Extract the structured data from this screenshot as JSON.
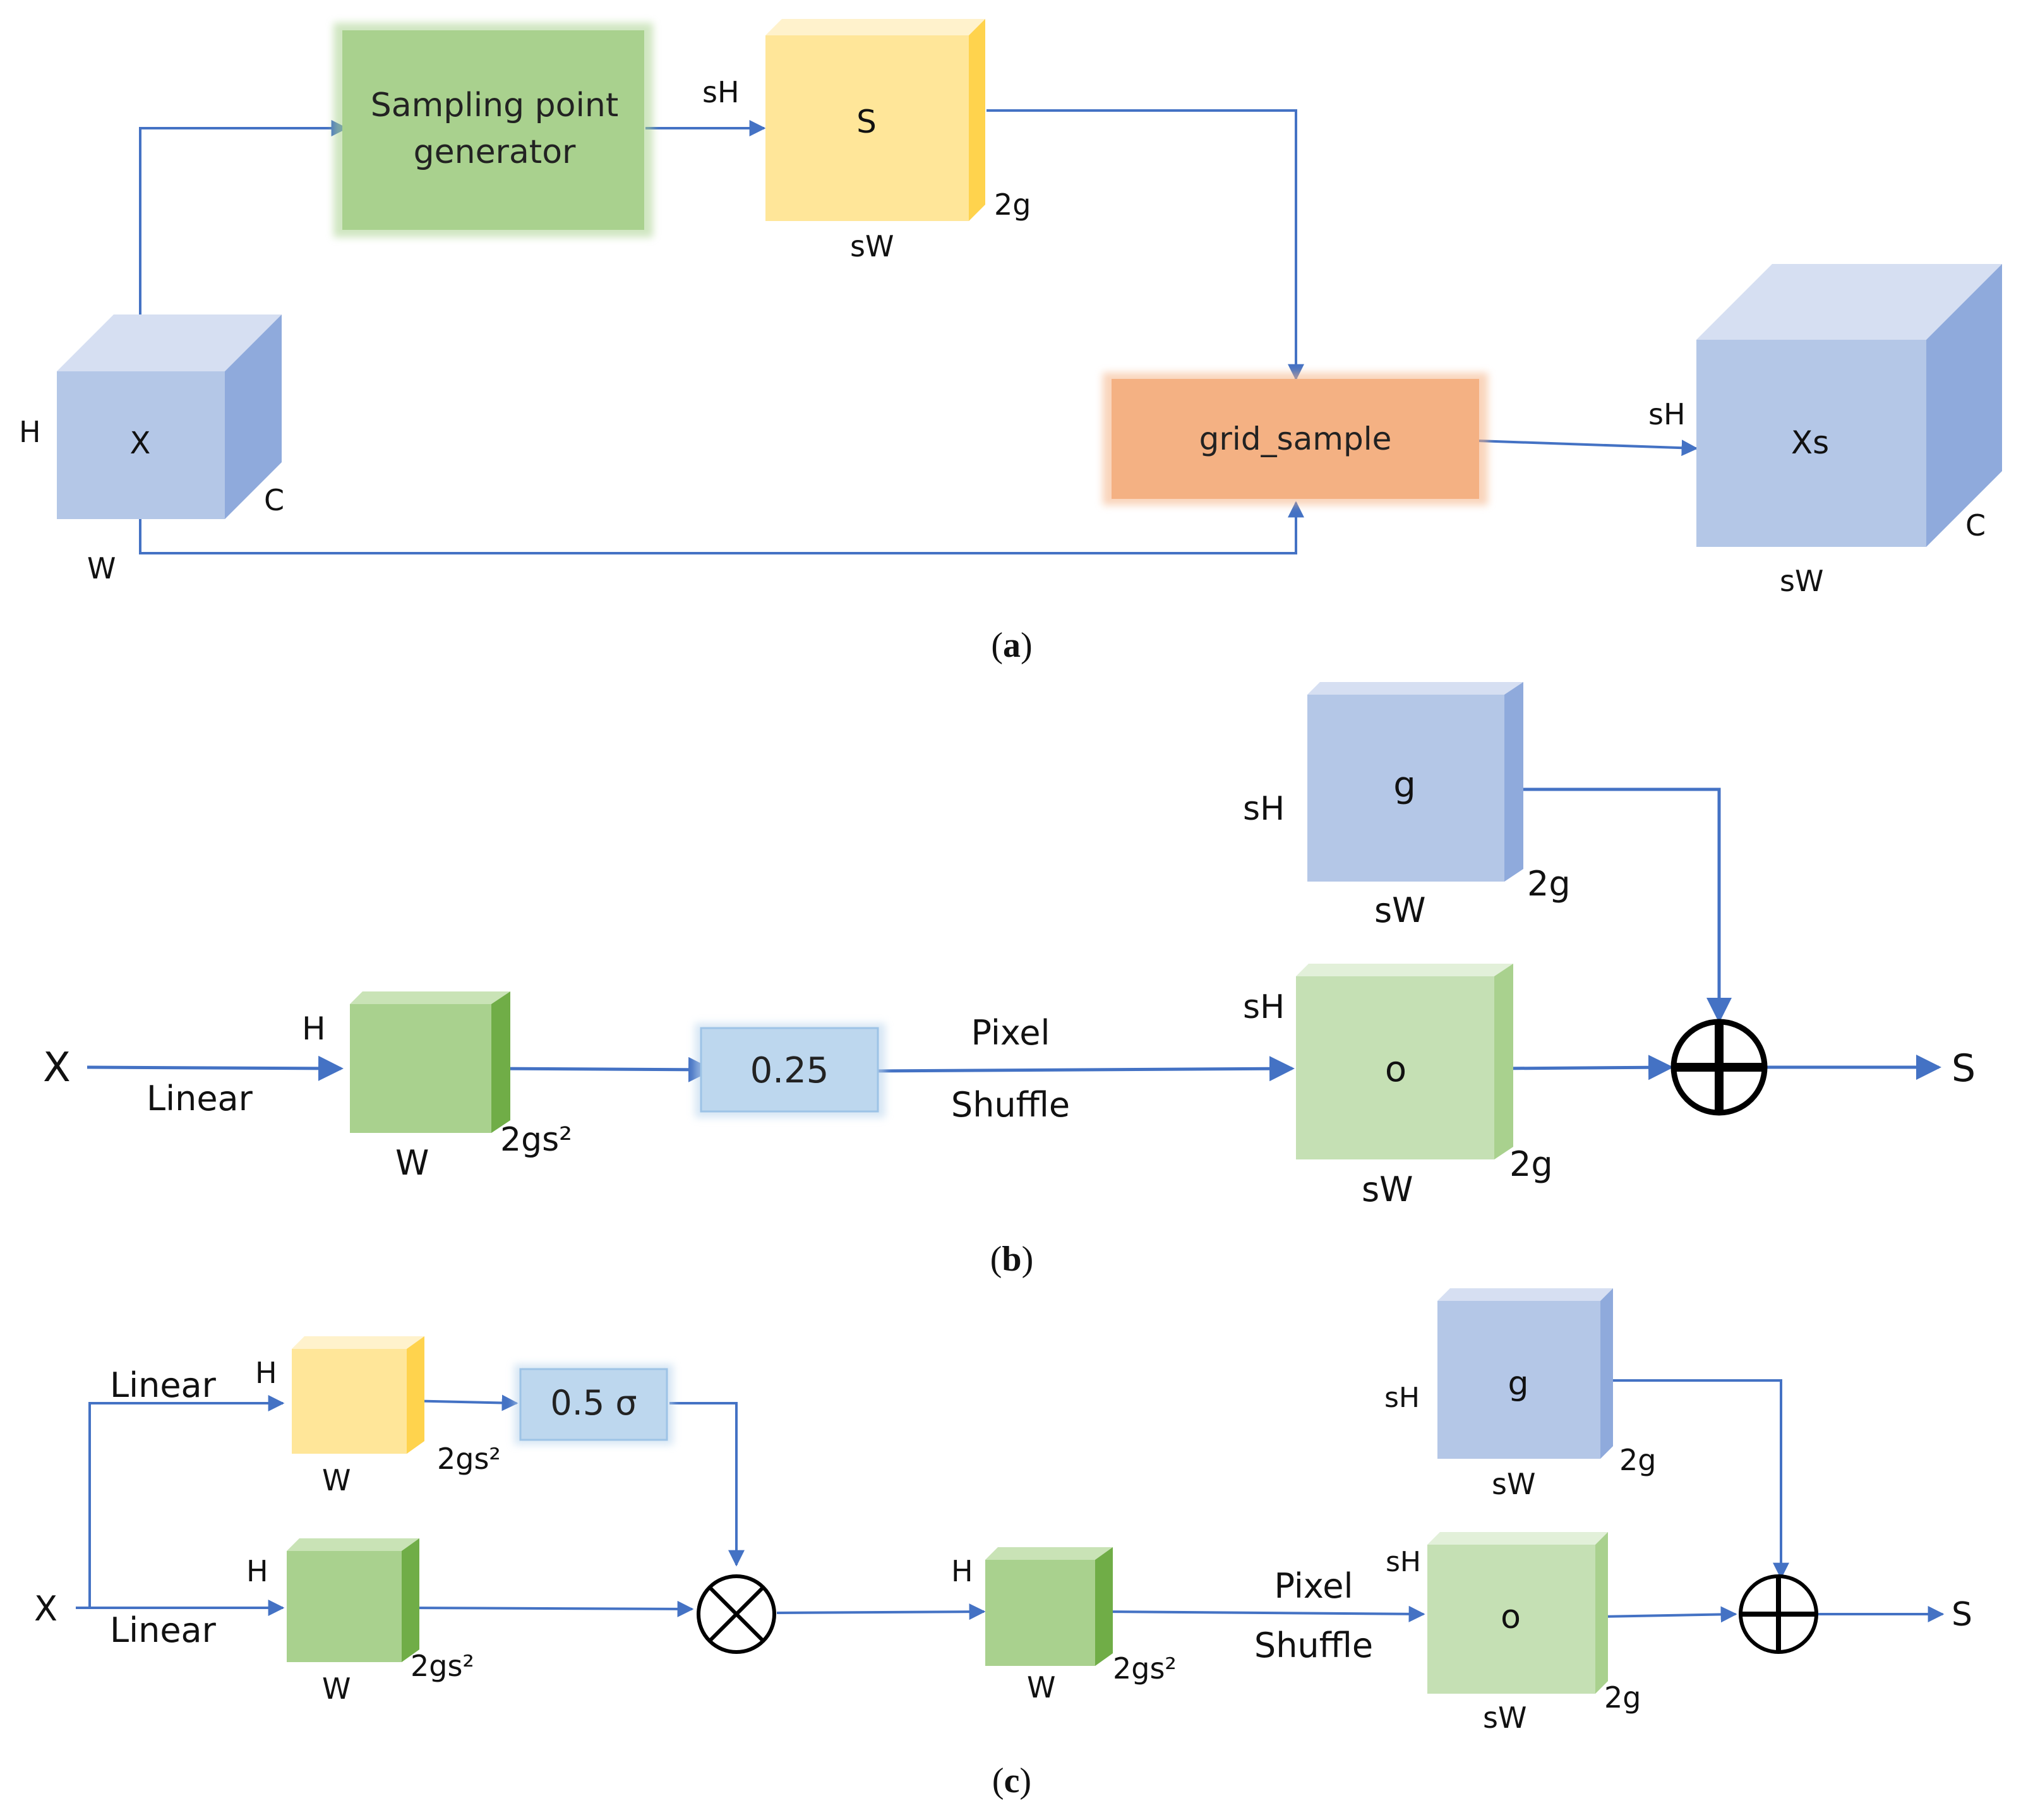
{
  "panel_a": {
    "caption": "(a)",
    "input_cube": {
      "center": "X",
      "height": "H",
      "width": "W",
      "depth": "C"
    },
    "generator_label_line1": "Sampling point",
    "generator_label_line2": "generator",
    "s_tensor": {
      "center": "S",
      "height": "sH",
      "width": "sW",
      "depth": "2g"
    },
    "grid_sample_label": "grid_sample",
    "output_cube": {
      "center": "Xs",
      "height": "sH",
      "width": "sW",
      "depth": "C"
    }
  },
  "panel_b": {
    "caption": "(b)",
    "input": "X",
    "linear_label": "Linear",
    "linear_tensor": {
      "height": "H",
      "width": "W",
      "depth": "2gs²"
    },
    "scale_label": "0.25",
    "pixel_shuffle_line1": "Pixel",
    "pixel_shuffle_line2": "Shuffle",
    "g_tensor": {
      "center": "g",
      "height": "sH",
      "width": "sW",
      "depth": "2g"
    },
    "o_tensor": {
      "center": "o",
      "height": "sH",
      "width": "sW",
      "depth": "2g"
    },
    "output": "S"
  },
  "panel_c": {
    "caption": "(c)",
    "input": "X",
    "linear_top_label": "Linear",
    "linear_bottom_label": "Linear",
    "top_tensor": {
      "height": "H",
      "width": "W",
      "depth": "2gs²"
    },
    "bottom_tensor": {
      "height": "H",
      "width": "W",
      "depth": "2gs²"
    },
    "sigma_label": "0.5 σ",
    "mid_tensor": {
      "height": "H",
      "width": "W",
      "depth": "2gs²"
    },
    "pixel_shuffle_line1": "Pixel",
    "pixel_shuffle_line2": "Shuffle",
    "g_tensor": {
      "center": "g",
      "height": "sH",
      "width": "sW",
      "depth": "2g"
    },
    "o_tensor": {
      "center": "o",
      "height": "sH",
      "width": "sW",
      "depth": "2g"
    },
    "output": "S"
  },
  "colors": {
    "arrow": "#4472C4",
    "blue_face": "#B4C7E7",
    "blue_top": "#D6DFF2",
    "blue_side": "#8FAADC",
    "green_face": "#A9D18E",
    "green_top": "#C9E3B6",
    "green_side": "#70AD47",
    "light_green_face": "#C5E0B4",
    "yellow_face": "#FFE699",
    "yellow_side": "#FFD34D",
    "orange_face": "#F4B183",
    "generator_face": "#A9D18E",
    "scale_box": "#BDD7EE"
  }
}
